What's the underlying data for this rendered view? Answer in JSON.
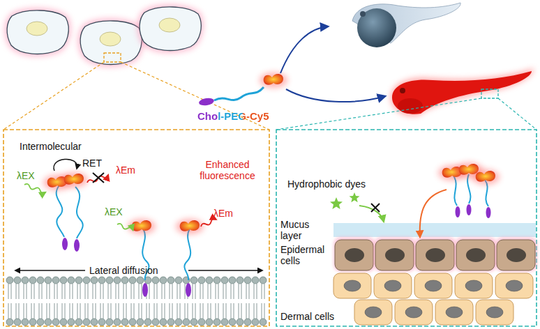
{
  "diagram": {
    "labels": [
      "Chol-PEG-Cy5",
      "Intermolecular",
      "RET",
      "λEX",
      "λEm",
      "Enhanced fluorescence",
      "λEX",
      "λEm",
      "Lateral diffusion",
      "Hydrophobic dyes",
      "Mucus layer",
      "Epidermal cells",
      "Dermal cells"
    ]
  }
}
